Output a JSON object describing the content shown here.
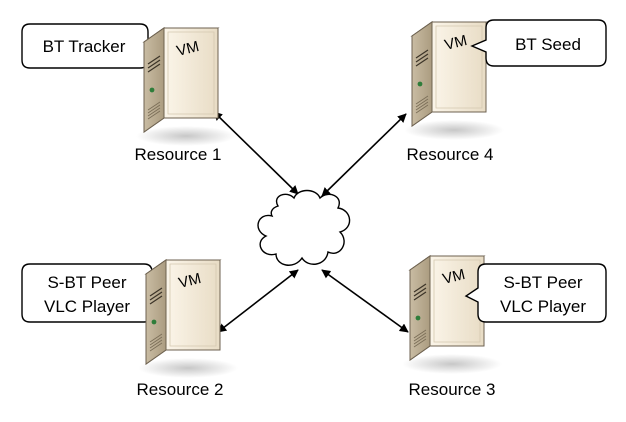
{
  "diagram": {
    "network_icon": "cloud-icon",
    "server_icon": "server-vm-icon",
    "connector": "double-headed-arrow",
    "resources": [
      {
        "name": "Resource 1",
        "badge": "VM",
        "role_lines": [
          "BT Tracker"
        ]
      },
      {
        "name": "Resource 4",
        "badge": "VM",
        "role_lines": [
          "BT Seed"
        ]
      },
      {
        "name": "Resource 2",
        "badge": "VM",
        "role_lines": [
          "S-BT Peer",
          "VLC Player"
        ]
      },
      {
        "name": "Resource 3",
        "badge": "VM",
        "role_lines": [
          "S-BT Peer",
          "VLC Player"
        ]
      }
    ]
  }
}
